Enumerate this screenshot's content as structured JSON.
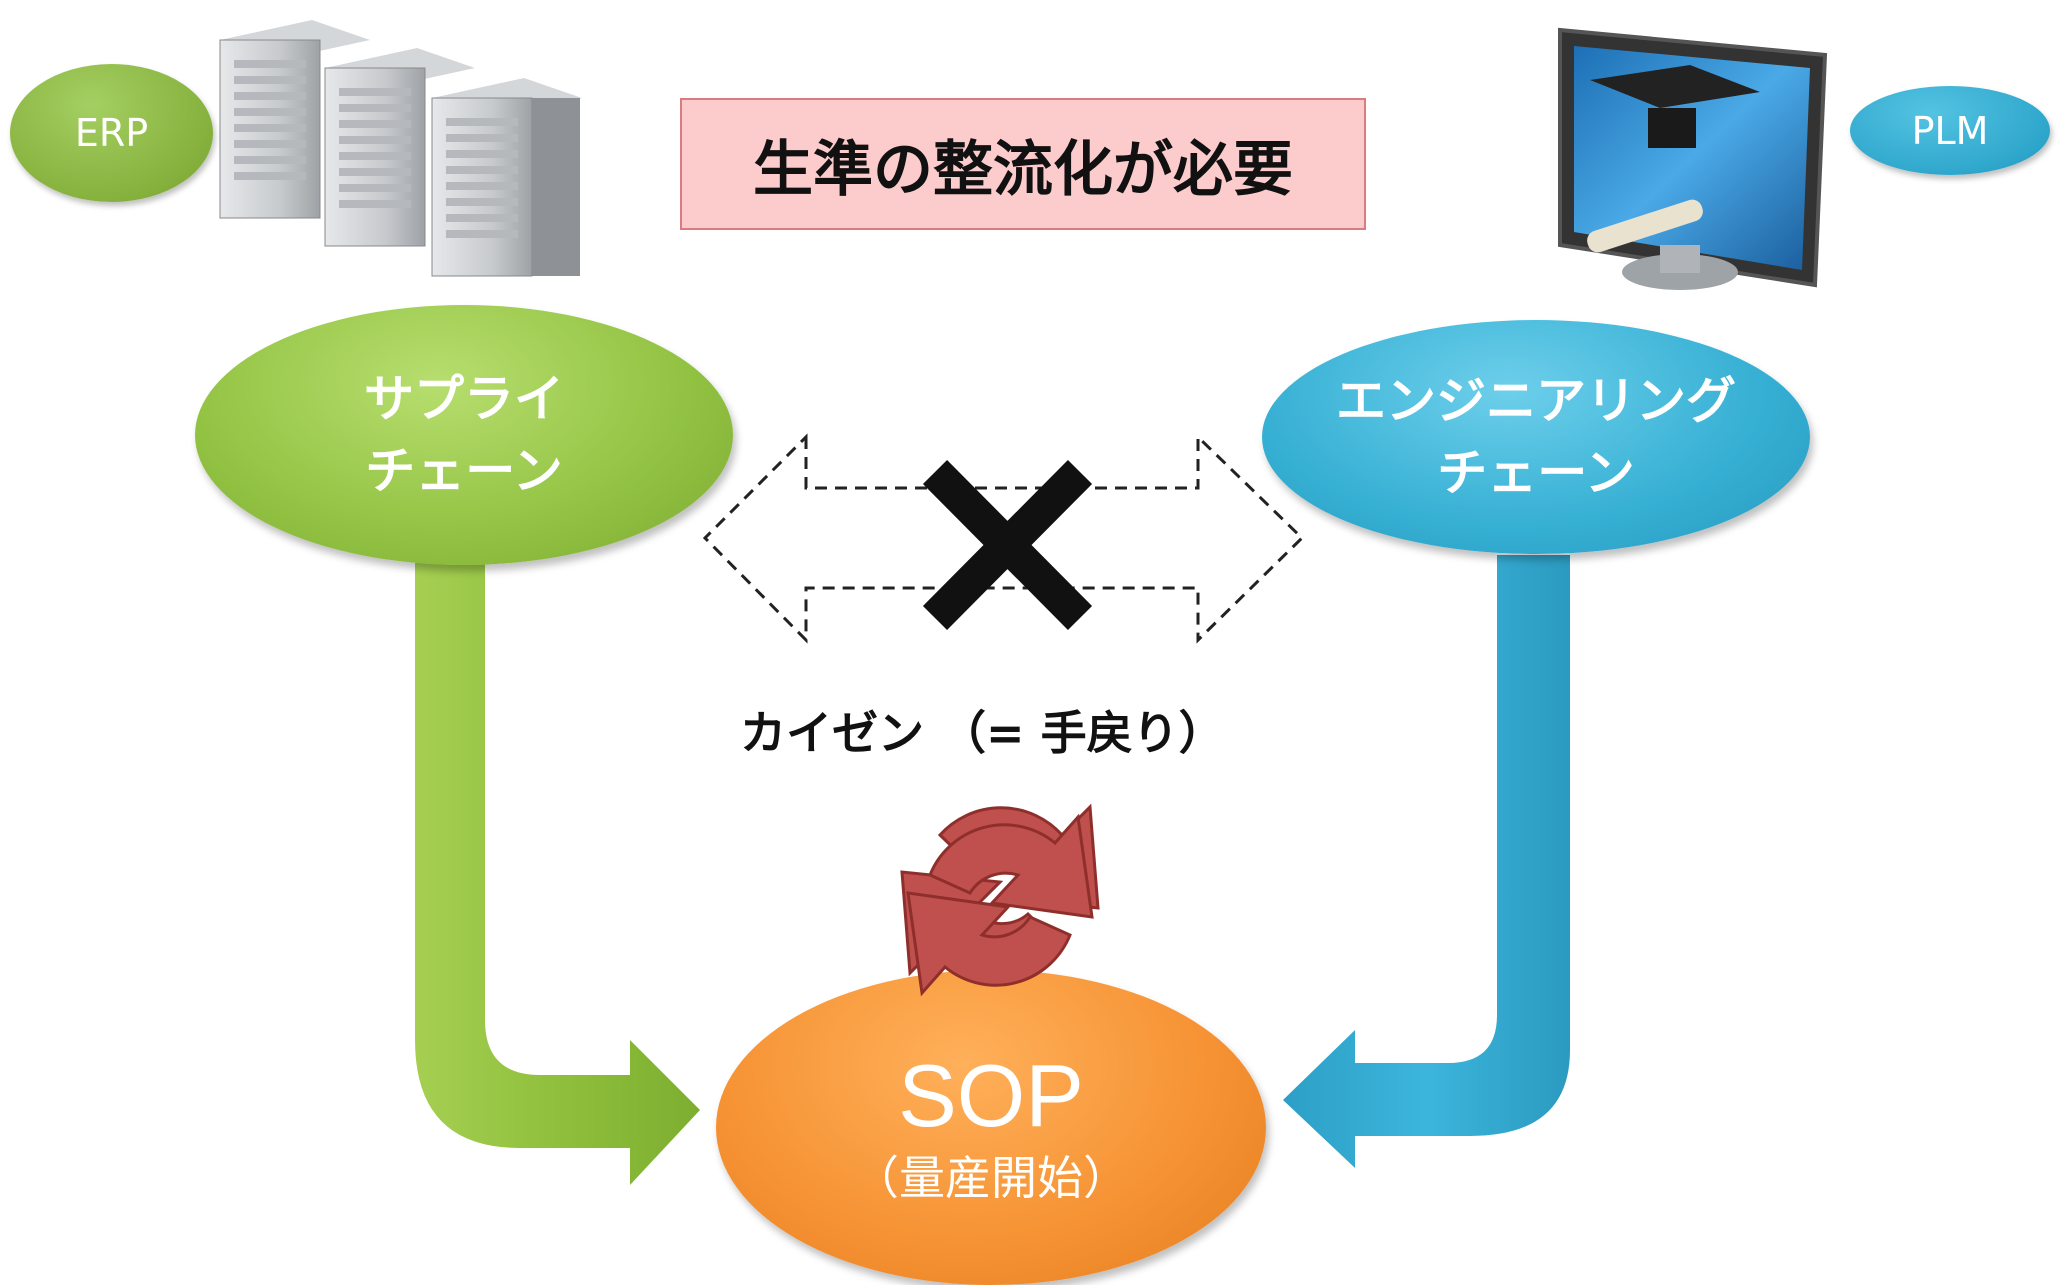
{
  "erp": {
    "label": "ERP"
  },
  "plm": {
    "label": "PLM"
  },
  "headline": "生準の整流化が必要",
  "supply_chain": {
    "label": "サプライ\nチェーン"
  },
  "engineering_chain": {
    "label": "エンジニアリング\nチェーン"
  },
  "kaizen": {
    "label": "カイゼン （= 手戻り）"
  },
  "sop": {
    "title": "SOP",
    "subtitle": "（量産開始）"
  },
  "colors": {
    "green": "#92c242",
    "blue": "#35afd3",
    "orange": "#f59132",
    "cycle_red": "#c0504d",
    "title_box_fill": "#fccbcc"
  },
  "icons": [
    "server-rack-icon",
    "monitor-graduation-icon",
    "blocked-x-icon",
    "refresh-cycle-icon"
  ]
}
